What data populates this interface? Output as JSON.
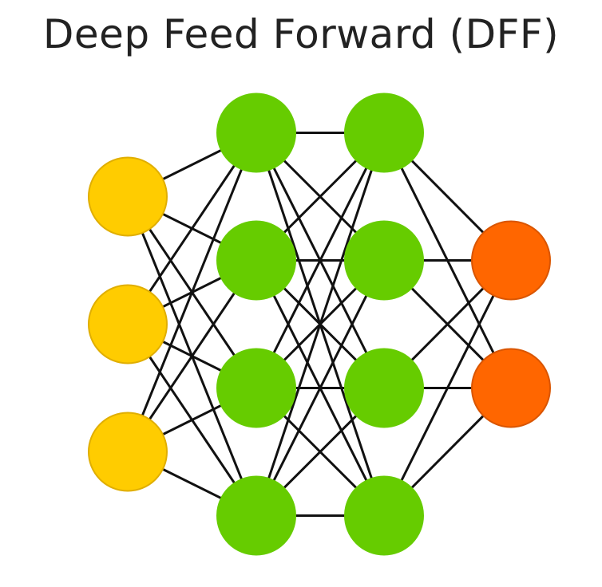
{
  "title": "Deep Feed Forward (DFF)",
  "colors": {
    "input": "#FFCC00",
    "input_stroke": "#E0AE00",
    "hidden": "#66CC00",
    "hidden_stroke": "#66CC00",
    "output": "#FF6600",
    "output_stroke": "#D95500",
    "edge": "#111111",
    "background": "#FFFFFF"
  },
  "network": {
    "layers": [
      {
        "role": "input",
        "nodes": 3
      },
      {
        "role": "hidden",
        "nodes": 4
      },
      {
        "role": "hidden",
        "nodes": 4
      },
      {
        "role": "output",
        "nodes": 2
      }
    ],
    "connectivity": "fully-connected"
  }
}
